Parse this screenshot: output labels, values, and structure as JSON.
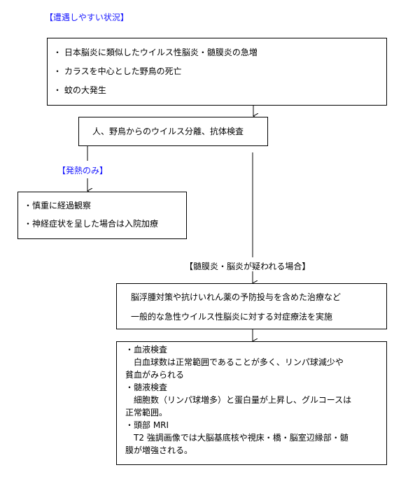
{
  "heading_situations": "【遭遇しやすい状況】",
  "situations": [
    "・  日本脳炎に類似したウイルス性脳炎・髄膜炎の急増",
    "・  カラスを中心とした野鳥の死亡",
    "・  蚊の大発生"
  ],
  "test_box": "人、野鳥からのウイルス分離、抗体検査",
  "fever_label": "【発熱のみ】",
  "fever_items": [
    "・慎重に経過観察",
    "・神経症状を呈した場合は入院加療"
  ],
  "suspected_label": "【髄膜炎・脳炎が疑われる場合】",
  "treatment_items": [
    "脳浮腫対策や抗けいれん薬の予防投与を含めた治療など",
    "一般的な急性ウイルス性脳炎に対する対症療法を実施"
  ],
  "exam_lines": [
    "・血液検査",
    "　白血球数は正常範囲であることが多く、リンパ球減少や",
    "貧血がみられる",
    "・髄液検査",
    "　細胞数（リンパ球増多）と蛋白量が上昇し、グルコースは",
    "正常範囲。",
    "・頭部 MRI",
    "　T2 強調画像では大脳基底核や視床・橋・脳室辺縁部・髄",
    "膜が増強される。"
  ]
}
